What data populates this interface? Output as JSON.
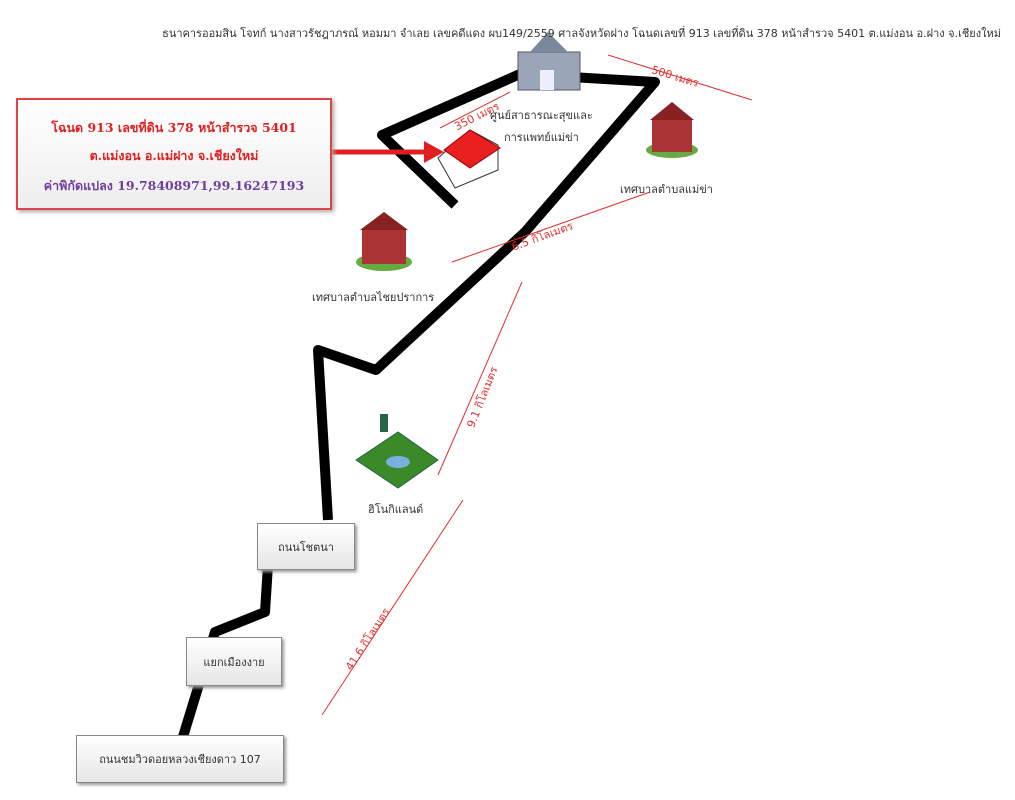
{
  "header": {
    "title": "ธนาคารออมสิน โจทก์ นางสาวรัชฎาภรณ์ หอมมา จำเลย เลขคดีแดง ผบ149/2559 ศาลจังหวัดฝาง โฉนดเลขที่ 913 เลขที่ดิน 378 หน้าสำรวจ 5401 ต.แม่งอน อ.ฝาง จ.เชียงใหม่"
  },
  "info_box": {
    "line1": "โฉนด 913 เลขที่ดิน 378 หน้าสำรวจ 5401",
    "line2": "ต.แม่งอน  อ.แม่ฝาง  จ.เชียงใหม่",
    "line3": "ค่าพิกัดแปลง 19.78408971,99.16247193"
  },
  "landmarks": {
    "health_center": "ศูนย์สาธารณะสุขและ\nการแพทย์แม่ข่า",
    "mae_kha": "เทศบาลตำบลแม่ข่า",
    "chai_prakan": "เทศบาลตำบลไชยปราการ",
    "hinoki": "ฮิโนกิแลนด์"
  },
  "roads": {
    "chotana": "ถนนโชตนา",
    "muang_ngai": "แยกเมืองงาย",
    "chiang_dao": "ถนนชมวิวดอยหลวงเชียงดาว 107"
  },
  "distances": {
    "d350": "350 เมตร",
    "d500": "500 เมตร",
    "d6_5": "6.5 กิโลเมตร",
    "d9_1": "9.1 กิโลเมตร",
    "d41_6": "41.6 กิโลเมตร"
  },
  "colors": {
    "accent": "#e02020",
    "route": "#000000",
    "coord": "#7040a0"
  }
}
